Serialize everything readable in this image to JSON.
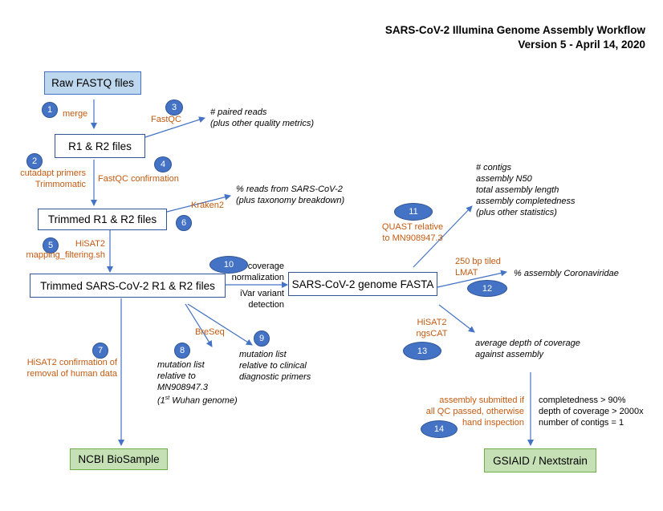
{
  "title": {
    "line1": "SARS-CoV-2 Illumina Genome Assembly Workflow",
    "line2": "Version 5 - April 14, 2020"
  },
  "boxes": {
    "raw": "Raw FASTQ files",
    "r1r2": "R1 & R2 files",
    "trimmed": "Trimmed R1 & R2 files",
    "trimmed_sars": "Trimmed SARS-CoV-2 R1 & R2 files",
    "fasta": "SARS-CoV-2 genome FASTA",
    "ncbi": "NCBI BioSample",
    "gsiaid": "GSIAID / Nextstrain"
  },
  "steps": {
    "s1": {
      "num": "1",
      "label": "merge"
    },
    "s2": {
      "num": "2",
      "line1": "cutadapt primers",
      "line2": "Trimmomatic"
    },
    "s3": {
      "num": "3",
      "label": "FastQC"
    },
    "s4": {
      "num": "4",
      "label": "FastQC confirmation"
    },
    "s5": {
      "num": "5",
      "line1": "HiSAT2",
      "line2": "mapping_filtering.sh"
    },
    "s6": {
      "num": "6",
      "label": "Kraken2"
    },
    "s7": {
      "num": "7",
      "line1": "HiSAT2 confirmation of",
      "line2": "removal of human data"
    },
    "s8": {
      "num": "8",
      "label": "BreSeq"
    },
    "s9": {
      "num": "9"
    },
    "s10": {
      "num": "10",
      "line1": "coverage",
      "line2": "normalization",
      "line3": "iVar variant",
      "line4": "detection"
    },
    "s11": {
      "num": "11",
      "line1": "QUAST relative",
      "line2": "to MN908947.3"
    },
    "s12": {
      "num": "12",
      "line1": "250 bp tiled",
      "line2": "LMAT"
    },
    "s13": {
      "num": "13",
      "line1": "HiSAT2",
      "line2": "ngsCAT"
    },
    "s14": {
      "num": "14",
      "line1": "assembly submitted if",
      "line2": "all QC passed, otherwise",
      "line3": "hand inspection"
    }
  },
  "outputs": {
    "paired": {
      "line1": "# paired reads",
      "line2": "(plus other quality metrics)"
    },
    "reads_sars": {
      "line1": "% reads from SARS-CoV-2",
      "line2": "(plus taxonomy breakdown)"
    },
    "contigs": {
      "line1": "# contigs",
      "line2": "assembly N50",
      "line3": "total assembly length",
      "line4": "assembly completedness",
      "line5": "(plus other statistics)"
    },
    "corona": "% assembly Coronaviridae",
    "depth": {
      "line1": "average depth of coverage",
      "line2": "against assembly"
    },
    "mut8": {
      "line1": "mutation list",
      "line2": "relative to",
      "line3": "MN908947.3",
      "line4_pre": "(1",
      "line4_sup": "st",
      "line4_post": " Wuhan genome)"
    },
    "mut9": {
      "line1": "mutation list",
      "line2": "relative to clinical",
      "line3": "diagnostic primers"
    },
    "criteria": {
      "line1": "completedness > 90%",
      "line2": "depth of coverage > 2000x",
      "line3": "number of contigs = 1"
    }
  },
  "colors": {
    "arrow": "#4472c4",
    "badge": "#4472c4",
    "label_orange": "#c55a11",
    "box_blue": "#bdd7ee",
    "box_green": "#c5e0b4"
  }
}
